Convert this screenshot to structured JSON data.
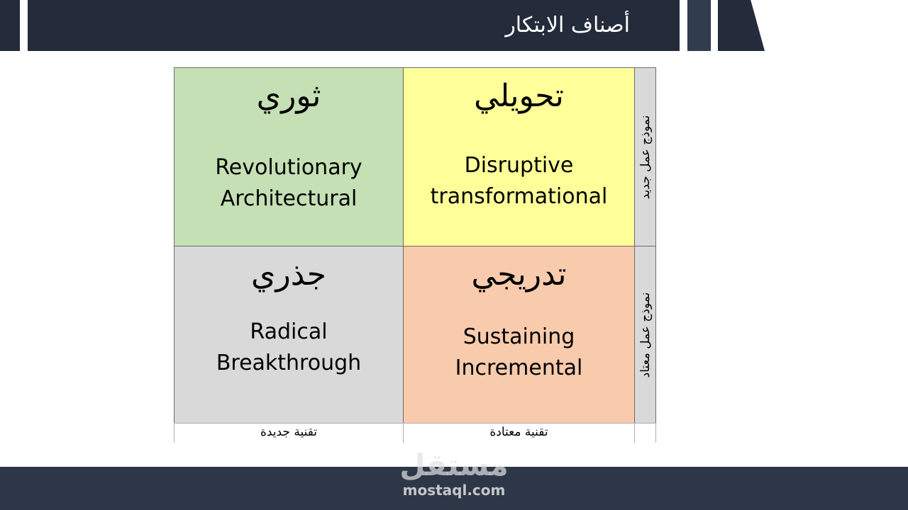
{
  "header": {
    "title": "أصناف الابتكار"
  },
  "matrix": {
    "revolutionary": {
      "arabic": "ثوري",
      "line1": "Revolutionary",
      "line2": "Architectural"
    },
    "disruptive": {
      "arabic": "تحويلي",
      "line1": "Disruptive",
      "line2": "transformational"
    },
    "radical": {
      "arabic": "جذري",
      "line1": "Radical",
      "line2": "Breakthrough"
    },
    "sustaining": {
      "arabic": "تدريجي",
      "line1": "Sustaining",
      "line2": "Incremental"
    },
    "row_labels": {
      "top": "نموذج عمل جديد",
      "bottom": "نموذج عمل معتاد"
    },
    "column_labels": {
      "left": "تقنية جديدة",
      "right": "تقنية معتادة"
    },
    "colors": {
      "revolutionary": "#c5e0b4",
      "disruptive": "#ffff99",
      "radical": "#d9d9d9",
      "sustaining": "#f8cbad"
    }
  },
  "watermark": {
    "arabic": "مستقل",
    "latin": "mostaql.com"
  },
  "theme": {
    "dark": "#242c3b",
    "footer": "#2d3748"
  }
}
